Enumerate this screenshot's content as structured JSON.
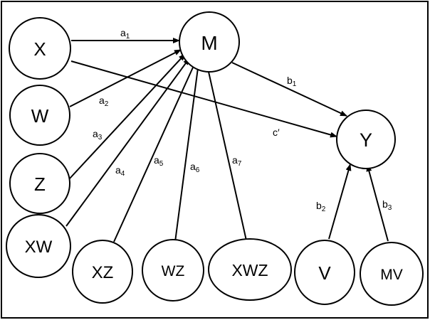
{
  "nodes": {
    "X": {
      "label": "X"
    },
    "W": {
      "label": "W"
    },
    "Z": {
      "label": "Z"
    },
    "XW": {
      "label": "XW"
    },
    "XZ": {
      "label": "XZ"
    },
    "WZ": {
      "label": "WZ"
    },
    "XWZ": {
      "label": "XWZ"
    },
    "M": {
      "label": "M"
    },
    "Y": {
      "label": "Y"
    },
    "V": {
      "label": "V"
    },
    "MV": {
      "label": "MV"
    }
  },
  "edges": [
    {
      "from": "X",
      "to": "M",
      "label": "a",
      "sub": "1"
    },
    {
      "from": "W",
      "to": "M",
      "label": "a",
      "sub": "2"
    },
    {
      "from": "Z",
      "to": "M",
      "label": "a",
      "sub": "3"
    },
    {
      "from": "XW",
      "to": "M",
      "label": "a",
      "sub": "4"
    },
    {
      "from": "XZ",
      "to": "M",
      "label": "a",
      "sub": "5"
    },
    {
      "from": "WZ",
      "to": "M",
      "label": "a",
      "sub": "6"
    },
    {
      "from": "XWZ",
      "to": "M",
      "label": "a",
      "sub": "7"
    },
    {
      "from": "M",
      "to": "Y",
      "label": "b",
      "sub": "1"
    },
    {
      "from": "X",
      "to": "Y",
      "label": "c′",
      "sub": ""
    },
    {
      "from": "V",
      "to": "Y",
      "label": "b",
      "sub": "2"
    },
    {
      "from": "MV",
      "to": "Y",
      "label": "b",
      "sub": "3"
    }
  ]
}
